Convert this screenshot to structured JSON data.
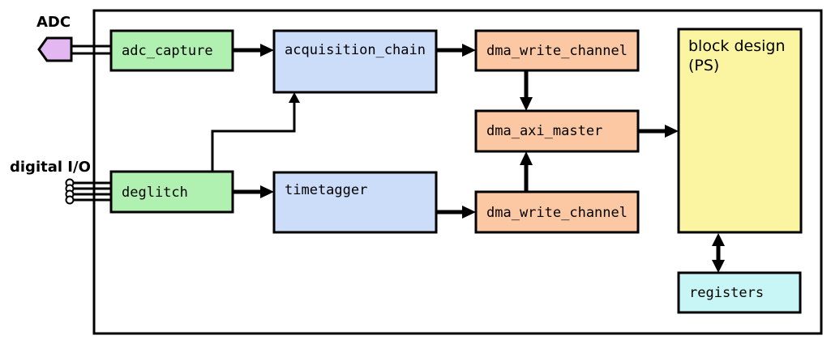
{
  "diagram": {
    "external_labels": {
      "adc": "ADC",
      "digital_io": "digital I/O"
    },
    "blocks": {
      "adc_capture": {
        "label": "adc_capture",
        "color": "#b0f0b0"
      },
      "deglitch": {
        "label": "deglitch",
        "color": "#b0f0b0"
      },
      "acquisition_chain": {
        "label": "acquisition_chain",
        "color": "#ccddfa"
      },
      "timetagger": {
        "label": "timetagger",
        "color": "#ccddfa"
      },
      "dma_write_channel_top": {
        "label": "dma_write_channel",
        "color": "#fcc8a4"
      },
      "dma_axi_master": {
        "label": "dma_axi_master",
        "color": "#fcc8a4"
      },
      "dma_write_channel_bottom": {
        "label": "dma_write_channel",
        "color": "#fcc8a4"
      },
      "block_design": {
        "lines": [
          "block design",
          "(PS)"
        ],
        "color": "#fbf5a2"
      },
      "registers": {
        "label": "registers",
        "color": "#c8f5f5"
      }
    },
    "ports": {
      "adc_port_color": "#e3b7f2",
      "digital_io_pin_color": "#ffffff"
    },
    "line_color": "#000000"
  }
}
